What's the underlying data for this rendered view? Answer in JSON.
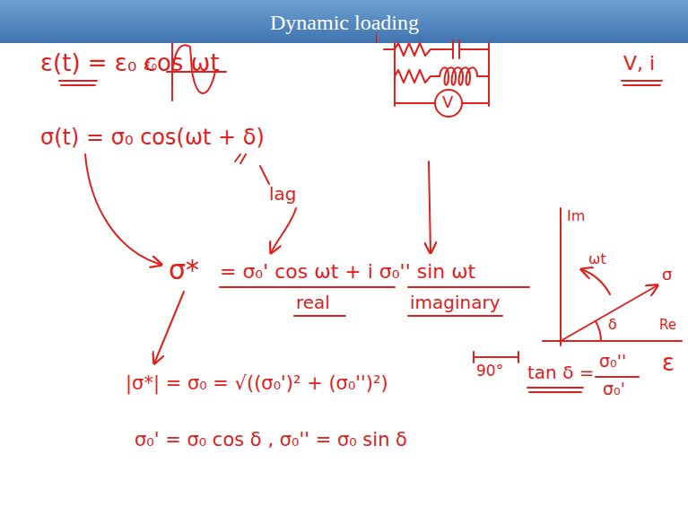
{
  "diagram": {
    "title": "Dynamic loading",
    "labels": [
      "ε(t) = ε₀ cos ωt",
      "ε₀",
      "σ(t) = σ₀ cos(ωt + δ)",
      "lag",
      "i",
      "V",
      "V, i",
      "Im",
      "ωt",
      "σ",
      "δ",
      "Re",
      "ε",
      "σ*",
      "= σ₀' cos ωt + i σ₀'' sin ωt",
      "real",
      "imaginary",
      "|σ*| = σ₀ = √((σ₀')² + (σ₀'')²)",
      "90°",
      "tan δ =",
      "σ₀''",
      "σ₀'",
      "σ₀' = σ₀ cos δ , σ₀'' = σ₀ sin δ"
    ]
  }
}
